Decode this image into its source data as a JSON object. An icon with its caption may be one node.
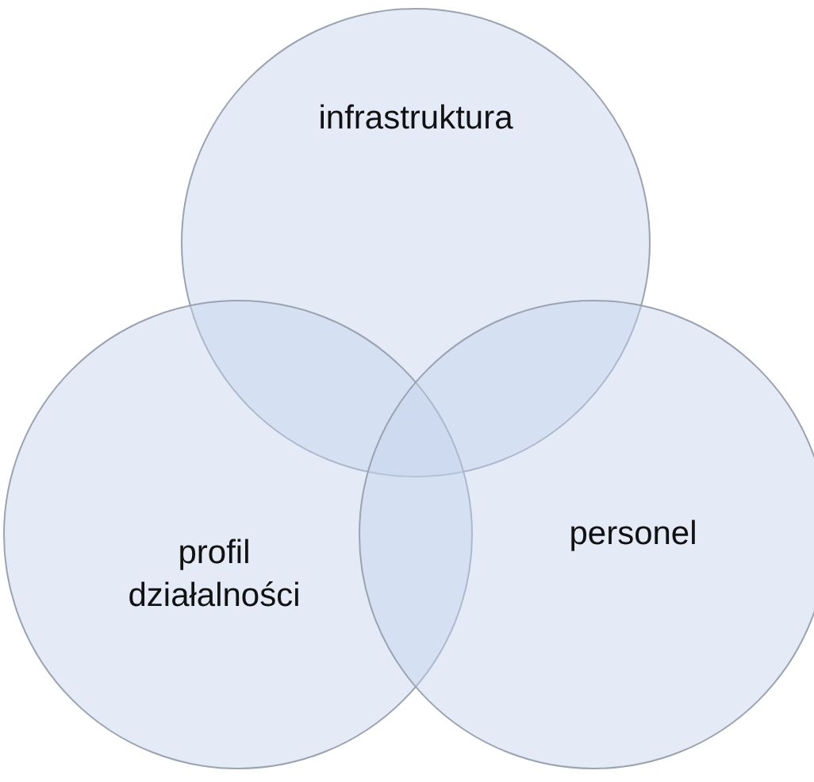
{
  "diagram": {
    "nodes": [
      {
        "text": [
          "infrastruktura"
        ]
      },
      {
        "text": [
          "profil działalności"
        ]
      },
      {
        "text": [
          "personel"
        ]
      }
    ],
    "edges": []
  }
}
